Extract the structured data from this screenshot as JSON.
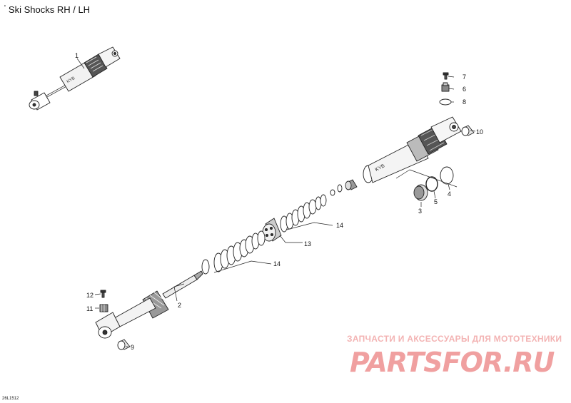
{
  "header": {
    "tick": "'",
    "title": "Ski Shocks RH / LH"
  },
  "figure_code": "26L1512",
  "callouts": {
    "c1": "1",
    "c2": "2",
    "c3": "3",
    "c4": "4",
    "c5": "5",
    "c6": "6",
    "c7": "7",
    "c8": "8",
    "c9": "9",
    "c10": "10",
    "c11": "11",
    "c12": "12",
    "c13": "13",
    "c14a": "14",
    "c14b": "14"
  },
  "shock_label": "KYB",
  "watermark": {
    "line1": "ЗАПЧАСТИ И АКСЕССУАРЫ ДЛЯ МОТОТЕХНИКИ",
    "line2": "PARTSFOR.RU"
  }
}
